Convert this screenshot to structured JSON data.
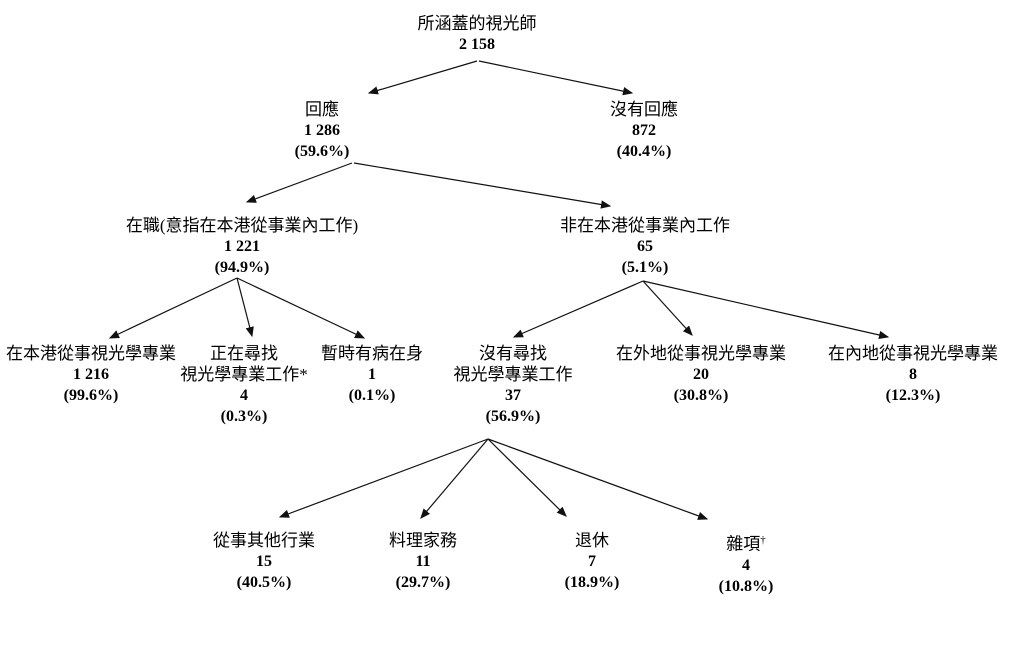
{
  "diagram": {
    "type": "tree-flowchart",
    "language": "zh-Hant",
    "colors": {
      "background": "#ffffff",
      "text": "#000000",
      "line": "#111111"
    }
  },
  "nodes": {
    "root": {
      "label": "所涵蓋的視光師",
      "value": "2 158"
    },
    "responded": {
      "label": "回應",
      "value": "1 286",
      "pct": "(59.6%)"
    },
    "not_responded": {
      "label": "沒有回應",
      "value": "872",
      "pct": "(40.4%)"
    },
    "active": {
      "label": "在職(意指在本港從事業內工作)",
      "value": "1 221",
      "pct": "(94.9%)"
    },
    "not_in_hk_practice": {
      "label": "非在本港從事業內工作",
      "value": "65",
      "pct": "(5.1%)"
    },
    "practising_hk": {
      "label": "在本港從事視光學專業",
      "value": "1 216",
      "pct": "(99.6%)"
    },
    "seeking_work": {
      "label1": "正在尋找",
      "label2": "視光學專業工作*",
      "value": "4",
      "pct": "(0.3%)"
    },
    "sick_leave": {
      "label": "暫時有病在身",
      "value": "1",
      "pct": "(0.1%)"
    },
    "not_seeking_work": {
      "label1": "沒有尋找",
      "label2": "視光學專業工作",
      "value": "37",
      "pct": "(56.9%)"
    },
    "practising_overseas": {
      "label": "在外地從事視光學專業",
      "value": "20",
      "pct": "(30.8%)"
    },
    "practising_mainland": {
      "label": "在內地從事視光學專業",
      "value": "8",
      "pct": "(12.3%)"
    },
    "other_industry": {
      "label": "從事其他行業",
      "value": "15",
      "pct": "(40.5%)"
    },
    "housework": {
      "label": "料理家務",
      "value": "11",
      "pct": "(29.7%)"
    },
    "retired": {
      "label": "退休",
      "value": "7",
      "pct": "(18.9%)"
    },
    "miscellaneous": {
      "label": "雜項",
      "sup": "†",
      "value": "4",
      "pct": "(10.8%)"
    }
  },
  "edges": [
    [
      "root",
      "responded"
    ],
    [
      "root",
      "not_responded"
    ],
    [
      "responded",
      "active"
    ],
    [
      "responded",
      "not_in_hk_practice"
    ],
    [
      "active",
      "practising_hk"
    ],
    [
      "active",
      "seeking_work"
    ],
    [
      "active",
      "sick_leave"
    ],
    [
      "not_in_hk_practice",
      "not_seeking_work"
    ],
    [
      "not_in_hk_practice",
      "practising_overseas"
    ],
    [
      "not_in_hk_practice",
      "practising_mainland"
    ],
    [
      "not_seeking_work",
      "other_industry"
    ],
    [
      "not_seeking_work",
      "housework"
    ],
    [
      "not_seeking_work",
      "retired"
    ],
    [
      "not_seeking_work",
      "miscellaneous"
    ]
  ]
}
